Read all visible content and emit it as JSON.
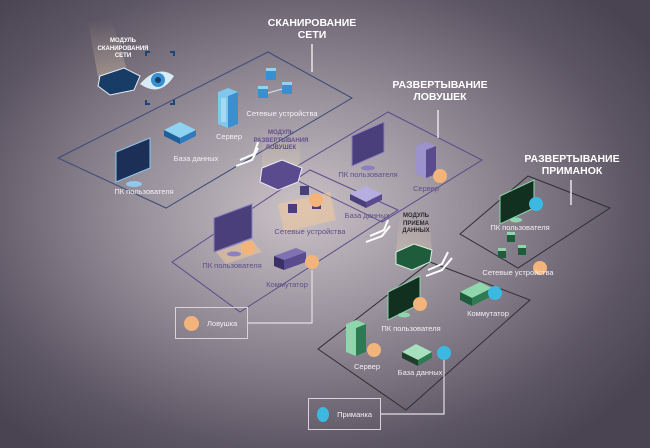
{
  "sections": {
    "scanning": {
      "title_line1": "СКАНИРОВАНИЕ",
      "title_line2": "СЕТИ"
    },
    "traps": {
      "title_line1": "РАЗВЕРТЫВАНИЕ",
      "title_line2": "ЛОВУШЕК"
    },
    "lures": {
      "title_line1": "РАЗВЕРТЫВАНИЕ",
      "title_line2": "ПРИМАНОК"
    }
  },
  "modules": {
    "scanning": {
      "line1": "МОДУЛЬ",
      "line2": "СКАНИРОВАНИЯ",
      "line3": "СЕТИ"
    },
    "traps": {
      "line1": "МОДУЛЬ",
      "line2": "РАЗВЕРТЫВАНИЯ",
      "line3": "ЛОВУШЕК"
    },
    "data": {
      "line1": "МОДУЛЬ",
      "line2": "ПРИЕМА",
      "line3": "ДАННЫХ"
    }
  },
  "scan_zone": {
    "network_devices": "Сетевые устройства",
    "server": "Сервер",
    "database": "База данных",
    "user_pc": "ПК пользователя"
  },
  "trap_zone_top": {
    "user_pc": "ПК пользователя",
    "server": "Сервер",
    "database": "База данных"
  },
  "trap_zone_bottom": {
    "network_devices": "Сетевые устройства",
    "user_pc": "ПК пользователя",
    "switch": "Коммутатор"
  },
  "lure_zone_top": {
    "user_pc": "ПК пользователя",
    "network_devices": "Сетевые устройства",
    "switch": "Коммутатор"
  },
  "lure_zone_bottom": {
    "user_pc": "ПК пользователя",
    "server": "Сервер",
    "database": "База данных"
  },
  "legend": {
    "trap": "Ловушка",
    "lure": "Приманка"
  },
  "colors": {
    "scan_accent": "#3a8fd0",
    "trap_accent": "#5a4b8e",
    "lure_accent": "#1f5c3c",
    "trap_badge": "#f2b47a",
    "lure_badge": "#3cb9e0"
  }
}
